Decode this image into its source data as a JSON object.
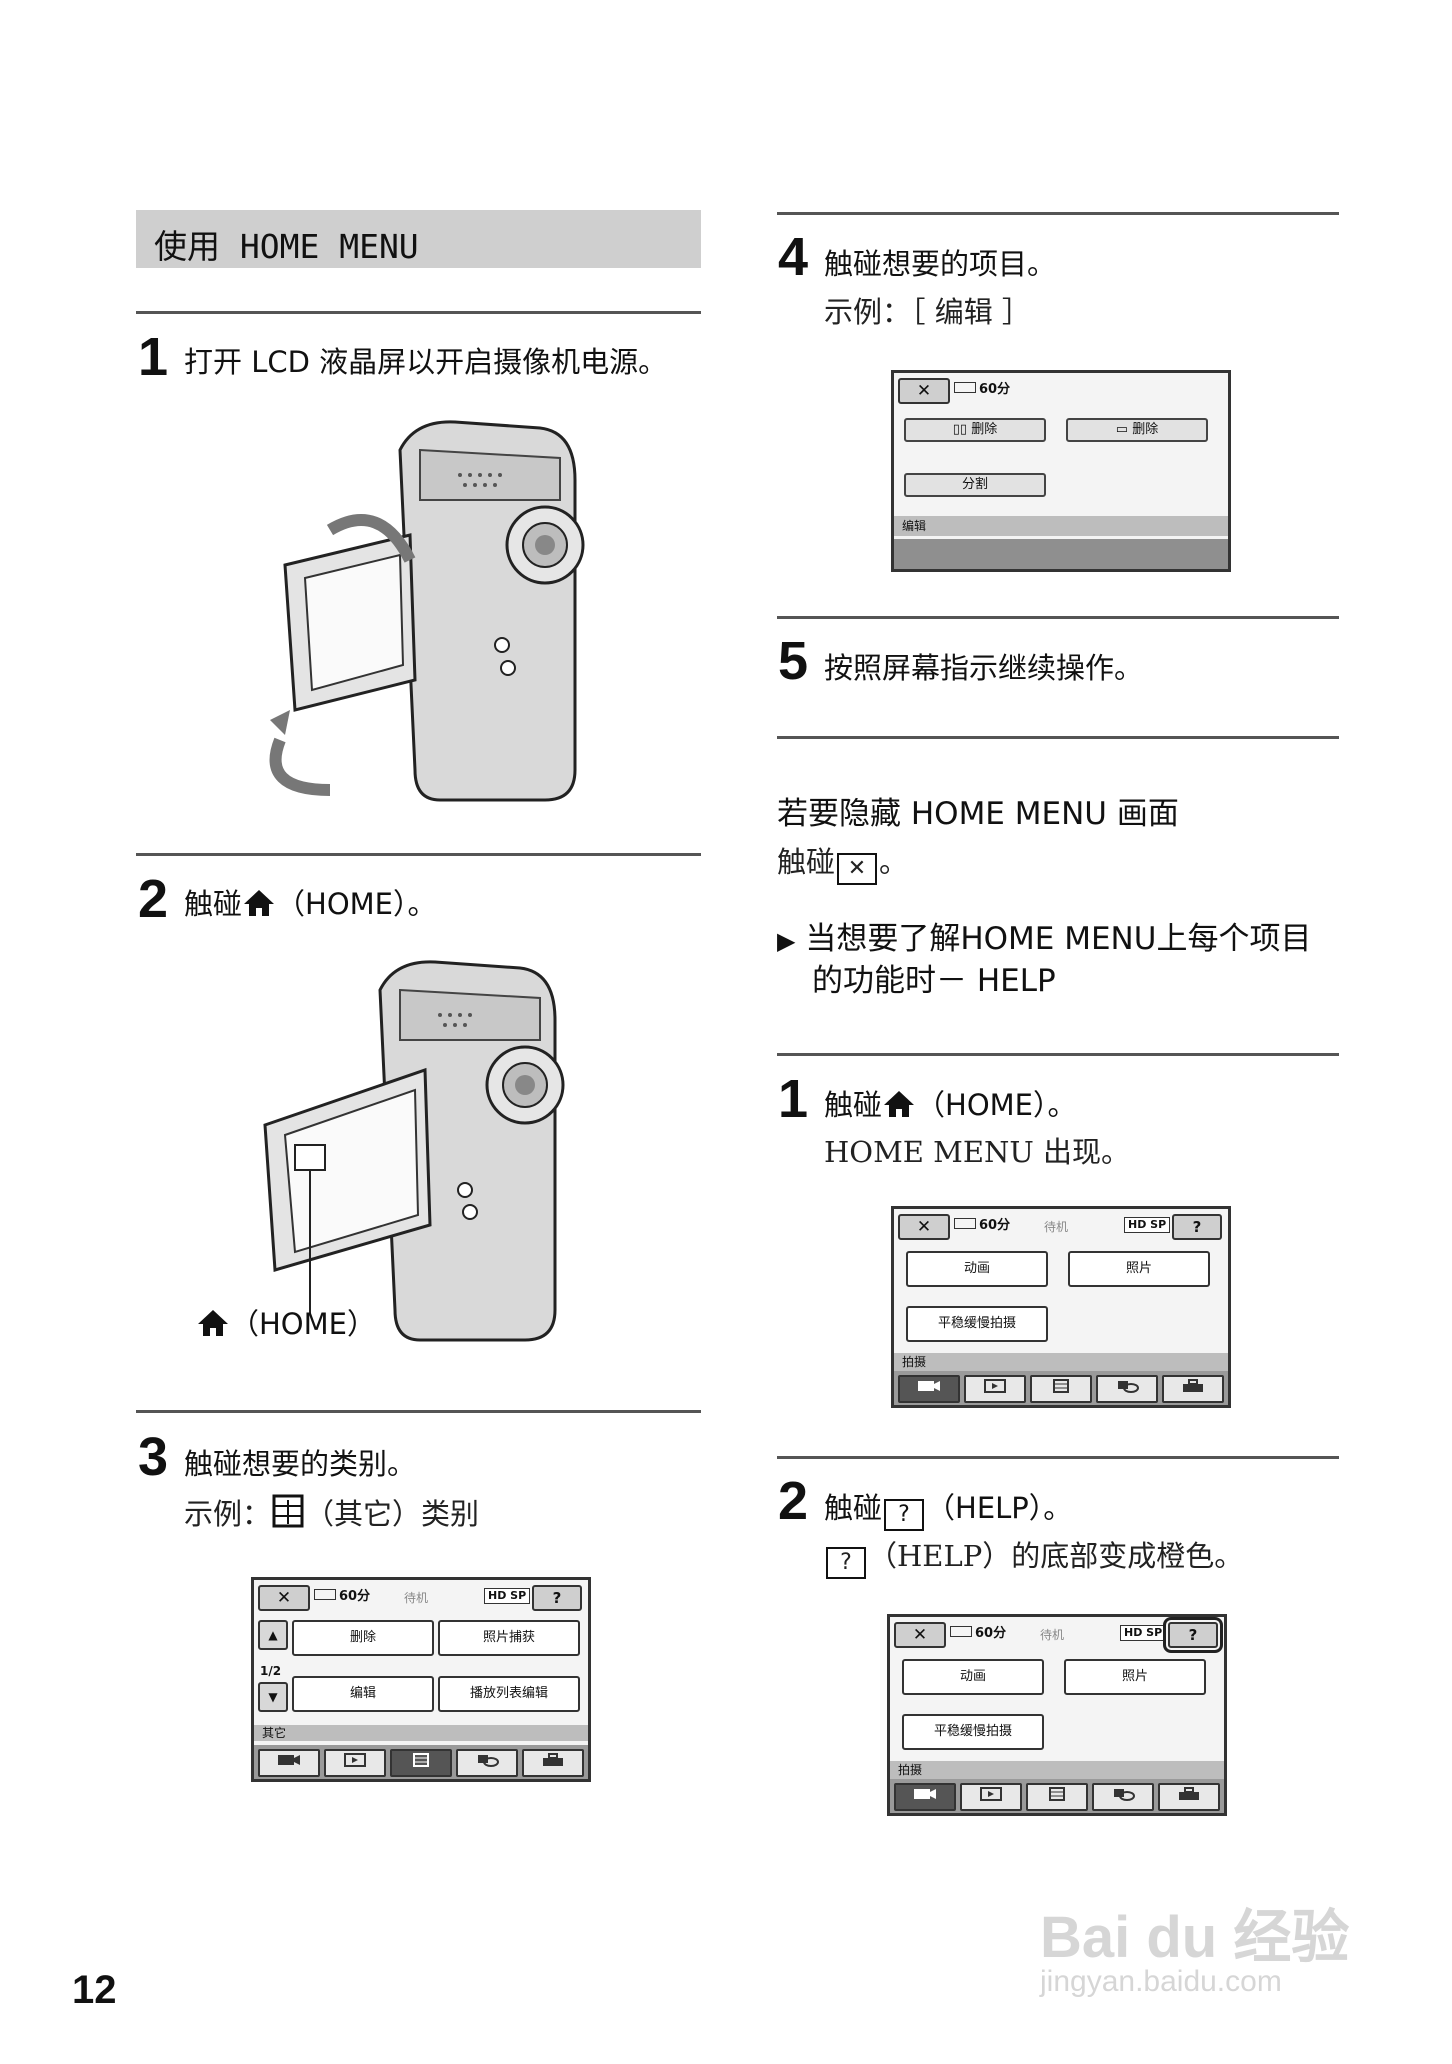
{
  "section_title": "使用 HOME MENU",
  "left": {
    "step1": {
      "num": "1",
      "text": "打开 LCD 液晶屏以开启摄像机电源。"
    },
    "step2": {
      "num": "2",
      "text_a": "触碰",
      "text_b": "（HOME）。",
      "callout": "（HOME）"
    },
    "step3": {
      "num": "3",
      "text": "触碰想要的类别。",
      "example_a": "示例：",
      "example_b": "（其它）类别"
    }
  },
  "right": {
    "step4": {
      "num": "4",
      "text": "触碰想要的项目。",
      "example": "示例：［ 编辑 ］"
    },
    "step5": {
      "num": "5",
      "text": "按照屏幕指示继续操作。"
    },
    "hide": {
      "title": "若要隐藏 HOME MENU 画面",
      "text_a": "触碰",
      "text_b": "。",
      "x_symbol": "✕"
    },
    "help_heading": {
      "marker": "▶",
      "line1": "当想要了解HOME MENU上每个项目",
      "line2": "的功能时－ HELP"
    },
    "stepH1": {
      "num": "1",
      "text_a": "触碰",
      "text_b": "（HOME）。",
      "sub": "HOME MENU 出现。"
    },
    "stepH2": {
      "num": "2",
      "text_a": "触碰",
      "text_b": "（HELP）。",
      "sub": "（HELP）的底部变成橙色。",
      "help_symbol": "?"
    }
  },
  "screens": {
    "battery": "60分",
    "standby": "待机",
    "hd": "HD SP",
    "close": "✕",
    "help": "?",
    "edit_screen": {
      "btn1": "删除",
      "btn2": "删除",
      "btn3": "分割",
      "bar": "编辑"
    },
    "home_screen": {
      "btn1": "动画",
      "btn2": "照片",
      "btn3": "平稳缓慢拍摄",
      "bar": "拍摄"
    },
    "other_screen": {
      "btn1": "删除",
      "btn2": "照片捕获",
      "btn3": "编辑",
      "btn4": "播放列表编辑",
      "page": "1/2",
      "bar": "其它",
      "up": "▲",
      "down": "▼"
    }
  },
  "page_number": "12",
  "watermark": {
    "brand": "Bai du 经验",
    "url": "jingyan.baidu.com"
  }
}
